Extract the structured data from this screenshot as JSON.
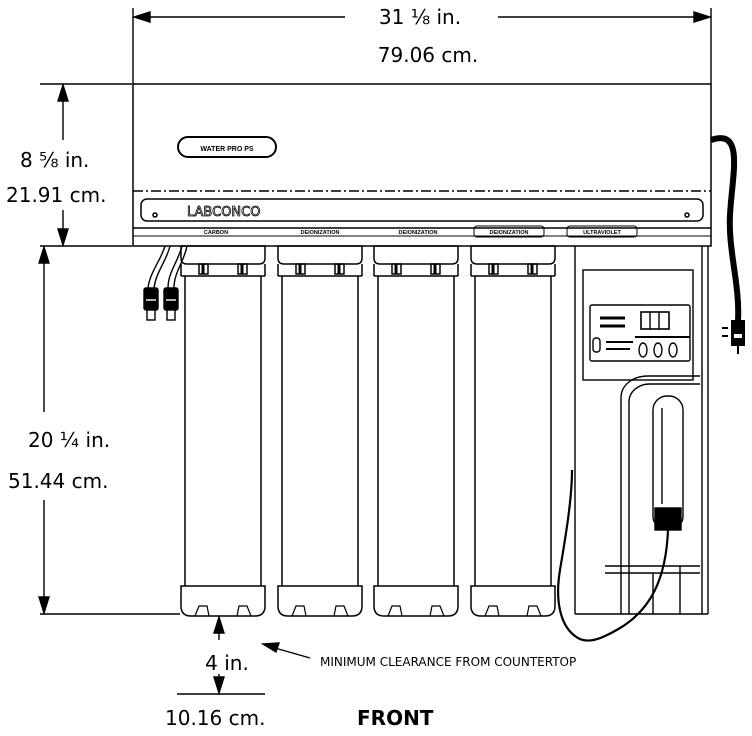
{
  "dimensions": {
    "width_in": "31 ⅛ in.",
    "width_cm": "79.06  cm.",
    "upper_height_in": "8 ⅝ in.",
    "upper_height_cm": "21.91 cm.",
    "lower_height_in": "20 ¼ in.",
    "lower_height_cm": "51.44  cm.",
    "clearance_in": "4 in.",
    "clearance_cm": "10.16  cm."
  },
  "labels": {
    "product_name": "WATER PRO PS",
    "brand": "LABCONCO",
    "cartridges": [
      "CARBON",
      "DEIONIZATION",
      "DEIONIZATION",
      "DEIONIZATION",
      "ULTRAVIOLET"
    ],
    "clearance_note": "MINIMUM CLEARANCE FROM COUNTERTOP",
    "view": "FRONT"
  }
}
